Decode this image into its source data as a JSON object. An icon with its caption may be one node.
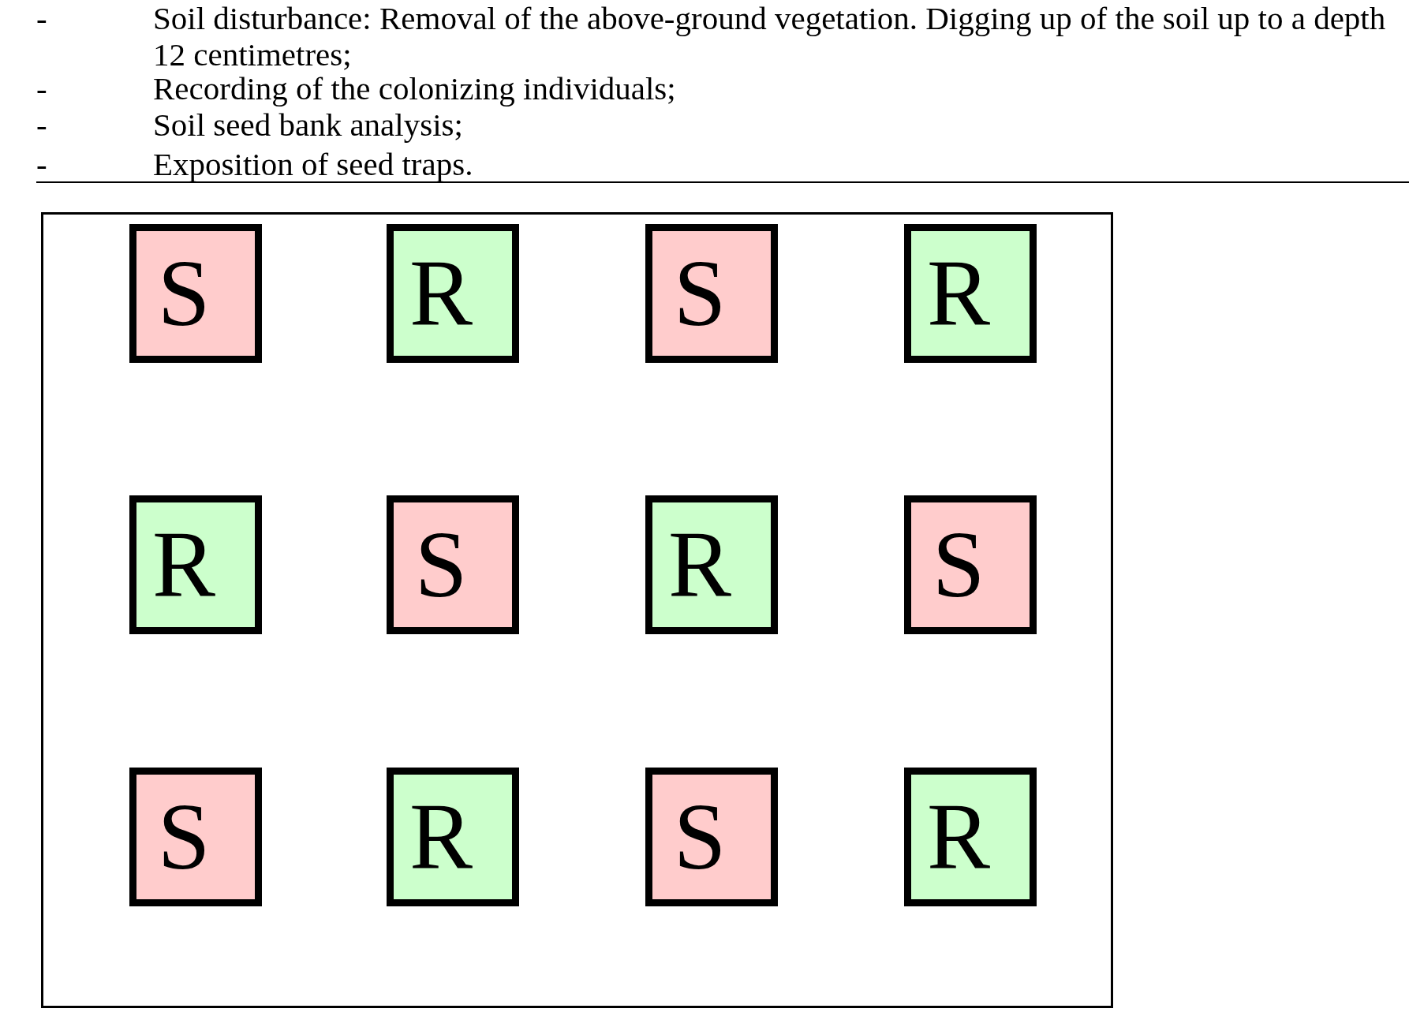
{
  "diagram": {
    "nodes": [
      {
        "text": [],
        "shape": "box"
      },
      {
        "text": [
          "S"
        ],
        "in": 0
      },
      {
        "text": [
          "R"
        ],
        "in": 0
      },
      {
        "text": [
          "S"
        ],
        "in": 0
      },
      {
        "text": [
          "R"
        ],
        "in": 0
      },
      {
        "text": [
          "R"
        ],
        "in": 0
      },
      {
        "text": [
          "S"
        ],
        "in": 0
      },
      {
        "text": [
          "R"
        ],
        "in": 0
      },
      {
        "text": [
          "S"
        ],
        "in": 0
      },
      {
        "text": [
          "S"
        ],
        "in": 0
      },
      {
        "text": [
          "R"
        ],
        "in": 0
      },
      {
        "text": [
          "S"
        ],
        "in": 0
      },
      {
        "text": [
          "R"
        ],
        "in": 0
      }
    ],
    "edges": [],
    "labels": [
      "-",
      "Soil disturbance: Removal of the above-ground vegetation. Digging up of the soil up to a depth 12 centimetres;",
      "-",
      "Recording of the colonizing individuals;",
      "-",
      "Soil seed bank analysis;",
      "-",
      "Exposition of seed traps."
    ]
  }
}
